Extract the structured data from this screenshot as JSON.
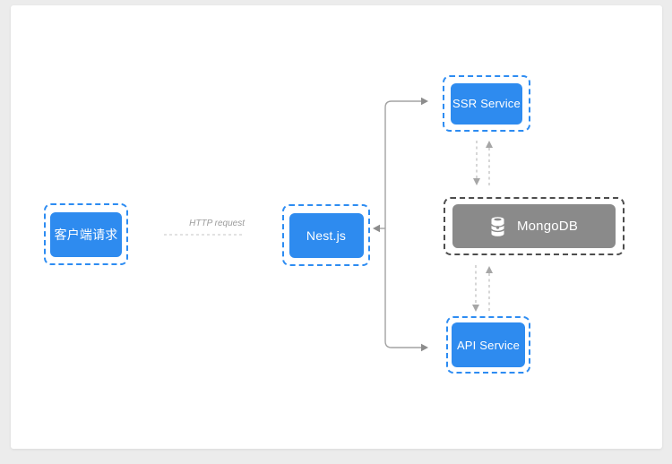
{
  "page": {
    "background_color": "#ececec",
    "canvas_color": "#ffffff"
  },
  "diagram": {
    "nodes": {
      "client": {
        "label": "客户端请求",
        "fill": "#2e8bef",
        "border": "#2d8cf2",
        "text_color": "#ffffff"
      },
      "nest": {
        "label": "Nest.js",
        "fill": "#2e8bef",
        "border": "#2d8cf2",
        "text_color": "#ffffff"
      },
      "ssr": {
        "label": "SSR Service",
        "fill": "#2e8bef",
        "border": "#2d8cf2",
        "text_color": "#ffffff"
      },
      "api": {
        "label": "API Service",
        "fill": "#2e8bef",
        "border": "#2d8cf2",
        "text_color": "#ffffff"
      },
      "mongodb": {
        "label": "MongoDB",
        "icon": "database-icon",
        "fill": "#8a8a8a",
        "border": "#4d4d4d",
        "text_color": "#ffffff"
      }
    },
    "labels": {
      "http_request": "HTTP request"
    },
    "connectors": {
      "solid_color": "#a3a3a3",
      "solid_arrow_color": "#8c8c8c",
      "dashed_color": "#bcbcbc",
      "dashed_arrow_color": "#a6a6a6",
      "label_line_color": "#d0d0d0"
    }
  }
}
